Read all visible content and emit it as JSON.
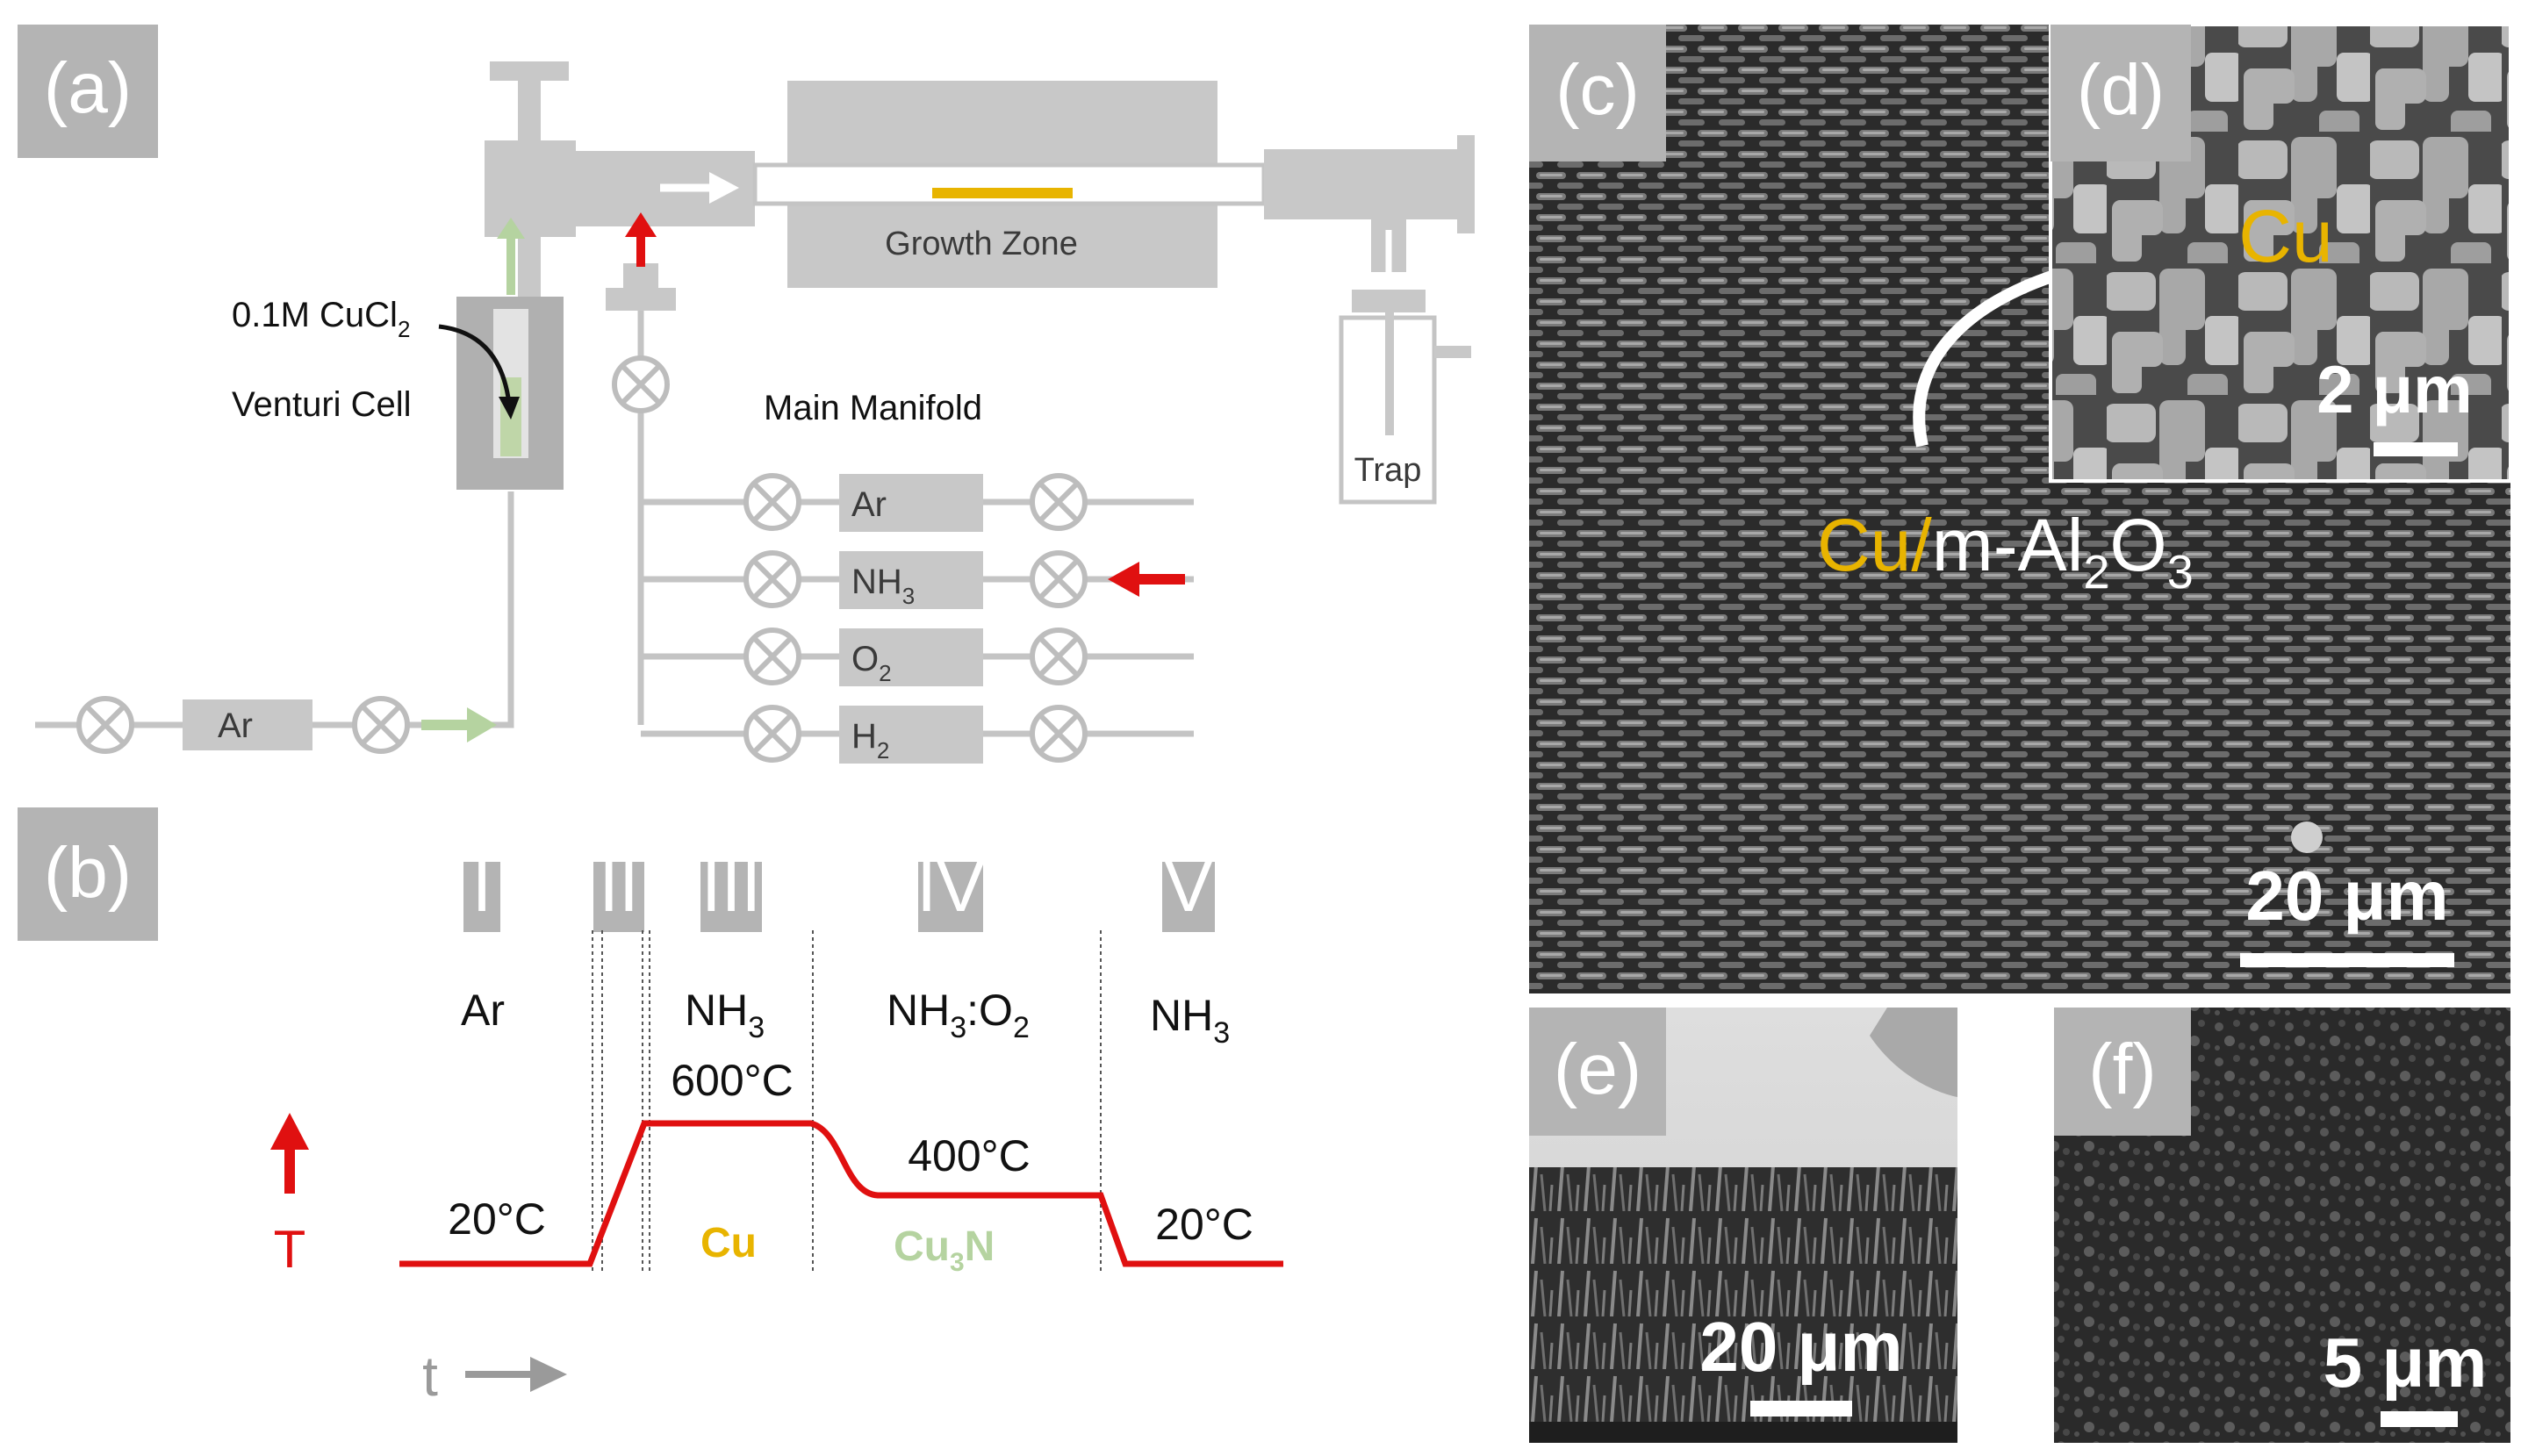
{
  "colors": {
    "panel_tag": "#b4b4b4",
    "apparatus_gray": "#c8c8c8",
    "temperature_red": "#e01010",
    "copper_gold": "#e8b400",
    "cu3n_green": "#b5d3a0",
    "sem_dark": "#333333"
  },
  "panels": {
    "a": "(a)",
    "b": "(b)",
    "c": "(c)",
    "d": "(d)",
    "e": "(e)",
    "f": "(f)"
  },
  "panel_a": {
    "precursor_prefix": "0.1M CuCl",
    "precursor_sub": "2",
    "venturi": "Venturi Cell",
    "growth_zone": "Growth Zone",
    "trap": "Trap",
    "main_manifold": "Main Manifold",
    "carrier_gas": "Ar",
    "gases": [
      {
        "name": "Ar",
        "sub": ""
      },
      {
        "name": "NH",
        "sub": "3"
      },
      {
        "name": "O",
        "sub": "2"
      },
      {
        "name": "H",
        "sub": "2"
      }
    ]
  },
  "panel_b": {
    "stages": [
      "I",
      "II",
      "III",
      "IV",
      "V"
    ],
    "atmospheres": [
      {
        "text": "Ar",
        "sub": "",
        "tail": ""
      },
      {
        "text": "NH",
        "sub": "3",
        "tail": ""
      },
      {
        "text": "NH",
        "sub": "3",
        "tail": ":O",
        "sub2": "2"
      },
      {
        "text": "NH",
        "sub": "3",
        "tail": ""
      }
    ],
    "temperatures": [
      "20°C",
      "600°C",
      "400°C",
      "20°C"
    ],
    "product_cu": "Cu",
    "product_cu3n_prefix": "Cu",
    "product_cu3n_sub": "3",
    "product_cu3n_suffix": "N",
    "t_axis": "T",
    "time_axis": "t"
  },
  "panel_c": {
    "label_cu": "Cu",
    "label_slash": "/",
    "label_rest_prefix": "m-Al",
    "label_sub1": "2",
    "label_mid": "O",
    "label_sub2": "3",
    "scale": "20 μm"
  },
  "panel_d": {
    "label_cu": "Cu",
    "scale": "2 μm"
  },
  "panel_e": {
    "scale": "20 μm"
  },
  "panel_f": {
    "scale": "5 μm"
  }
}
